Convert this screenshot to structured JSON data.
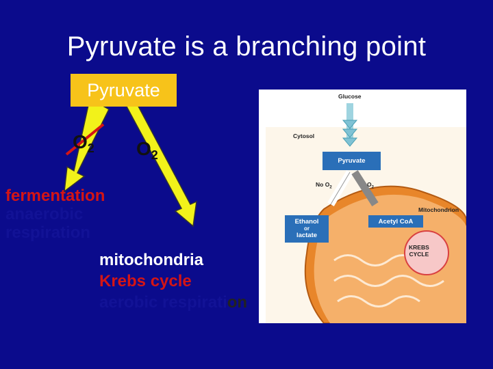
{
  "title": "Pyruvate is a branching point",
  "pyruvate_box": "Pyruvate",
  "o2_left": {
    "main": "O",
    "sub": "2"
  },
  "o2_right": {
    "main": "O",
    "sub": "2"
  },
  "fermentation_branch": {
    "line1": "fermentation",
    "line2": "anaerobic",
    "line3": "respiration"
  },
  "mitochondria_branch": {
    "line1": "mitochondria",
    "line2": "Krebs cycle",
    "line3_hidden": "aerobic respirati",
    "line3_visible": "on"
  },
  "figure": {
    "glucose": "Glucose",
    "cytosol": "Cytosol",
    "pyruvate": "Pyruvate",
    "no_o2": "No O",
    "o2": "O",
    "sub2": "2",
    "mitochondrion": "Mitochondrion",
    "ethanol_lines": [
      "Ethanol",
      "or",
      "lactate"
    ],
    "acetyl_coa": "Acetyl CoA",
    "krebs_lines": [
      "KREBS",
      "CYCLE"
    ]
  },
  "colors": {
    "background": "#0b0b8c",
    "pyruvate_box": "#f7c31a",
    "arrow_fill": "#f2f21a",
    "accent_red": "#d41515"
  }
}
